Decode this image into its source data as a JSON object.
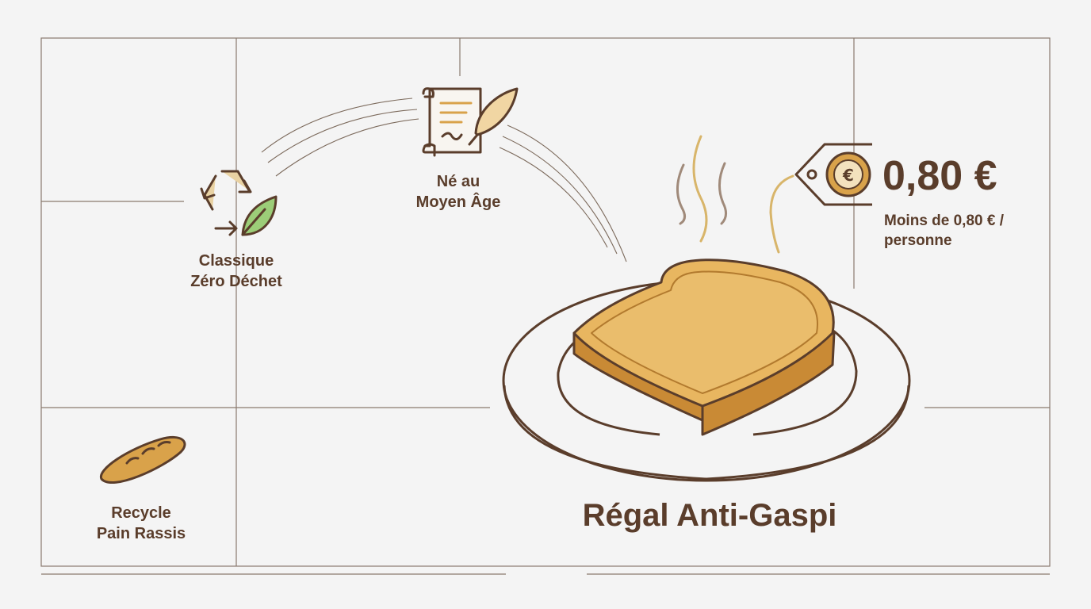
{
  "labels": {
    "classique": [
      "Classique",
      "Zéro Déchet"
    ],
    "moyen_age": [
      "Né au",
      "Moyen Âge"
    ],
    "recycle": [
      "Recycle",
      "Pain Rassis"
    ]
  },
  "price": {
    "amount": "0,80 €",
    "subtitle": [
      "Moins de 0,80 € /",
      "personne"
    ]
  },
  "title": "Régal Anti-Gaspi",
  "colors": {
    "ink": "#5a3d2b",
    "grid": "#6b5a4e",
    "toast": "#d9a24a",
    "toast_dark": "#c98a35",
    "leaf": "#8cc46a",
    "steam": "#d8b56a"
  },
  "icons": [
    "recycle-leaf-icon",
    "scroll-quill-icon",
    "baguette-icon",
    "coin-euro-icon",
    "price-tag-icon",
    "toast-icon",
    "plate-icon",
    "steam-icon"
  ]
}
